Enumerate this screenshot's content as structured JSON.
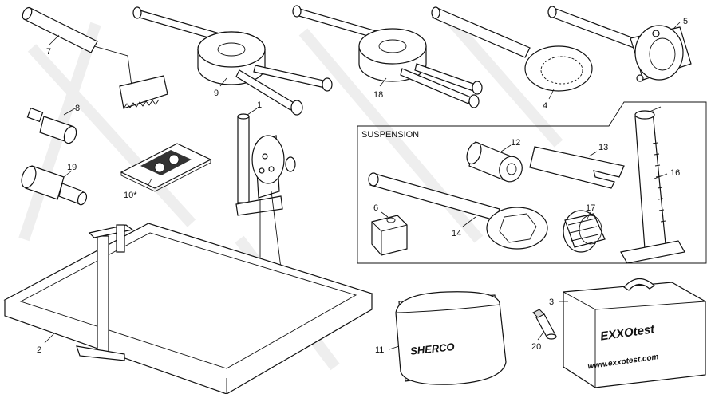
{
  "diagram": {
    "suspension_title": "SUSPENSION",
    "parts": [
      {
        "num": "1"
      },
      {
        "num": "2"
      },
      {
        "num": "3"
      },
      {
        "num": "4"
      },
      {
        "num": "5"
      },
      {
        "num": "6"
      },
      {
        "num": "7"
      },
      {
        "num": "8"
      },
      {
        "num": "9"
      },
      {
        "num": "10*"
      },
      {
        "num": "11"
      },
      {
        "num": "12"
      },
      {
        "num": "13"
      },
      {
        "num": "14"
      },
      {
        "num": "16"
      },
      {
        "num": "17"
      },
      {
        "num": "18"
      },
      {
        "num": "19"
      },
      {
        "num": "20"
      }
    ],
    "bag_brand": "SHERCO",
    "case_brand": "EXXOtest",
    "case_url": "www.exxotest.com"
  }
}
